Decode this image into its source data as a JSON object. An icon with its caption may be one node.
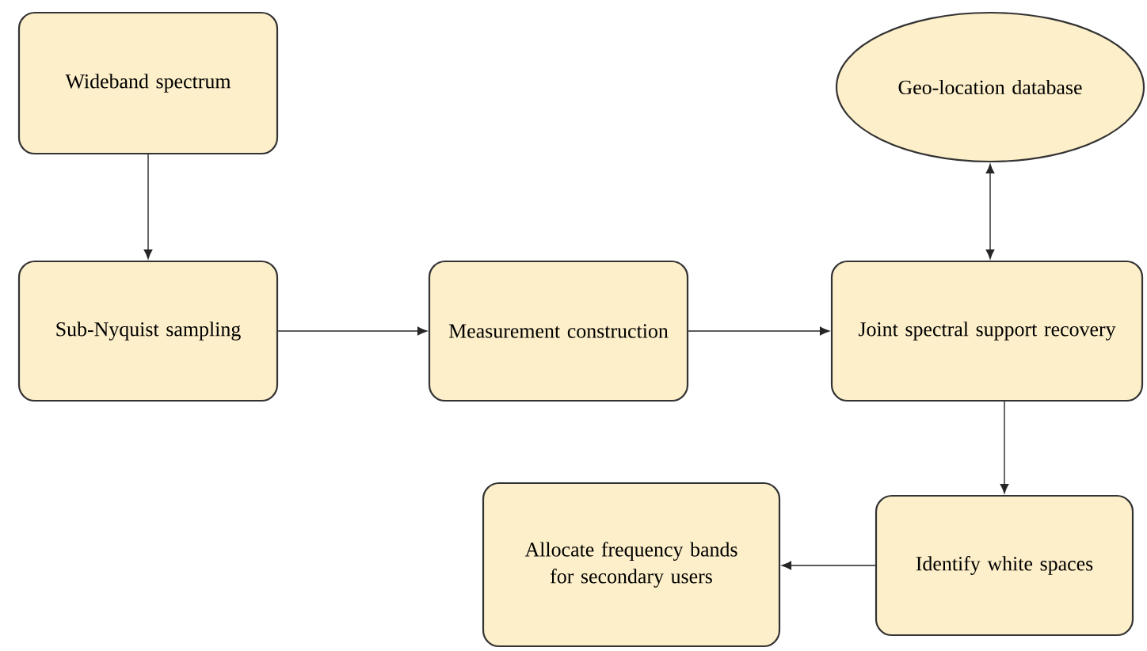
{
  "diagram": {
    "nodes": [
      {
        "text": [
          "Wideband spectrum"
        ]
      },
      {
        "text": [
          "Sub-Nyquist sampling"
        ]
      },
      {
        "text": [
          "Measurement construction"
        ]
      },
      {
        "text": [
          "Geo-location database"
        ]
      },
      {
        "text": [
          "Joint spectral support recovery"
        ]
      },
      {
        "text": [
          "Identify white spaces"
        ]
      },
      {
        "text": [
          "Allocate frequency bands for secondary users"
        ]
      }
    ],
    "edges": [
      {
        "from": 0,
        "to": 1,
        "arrow": "to"
      },
      {
        "from": 1,
        "to": 2,
        "arrow": "to"
      },
      {
        "from": 2,
        "to": 4,
        "arrow": "to"
      },
      {
        "from": 3,
        "to": 4,
        "arrow": "both"
      },
      {
        "from": 4,
        "to": 5,
        "arrow": "to"
      },
      {
        "from": 5,
        "to": 6,
        "arrow": "to"
      }
    ]
  }
}
